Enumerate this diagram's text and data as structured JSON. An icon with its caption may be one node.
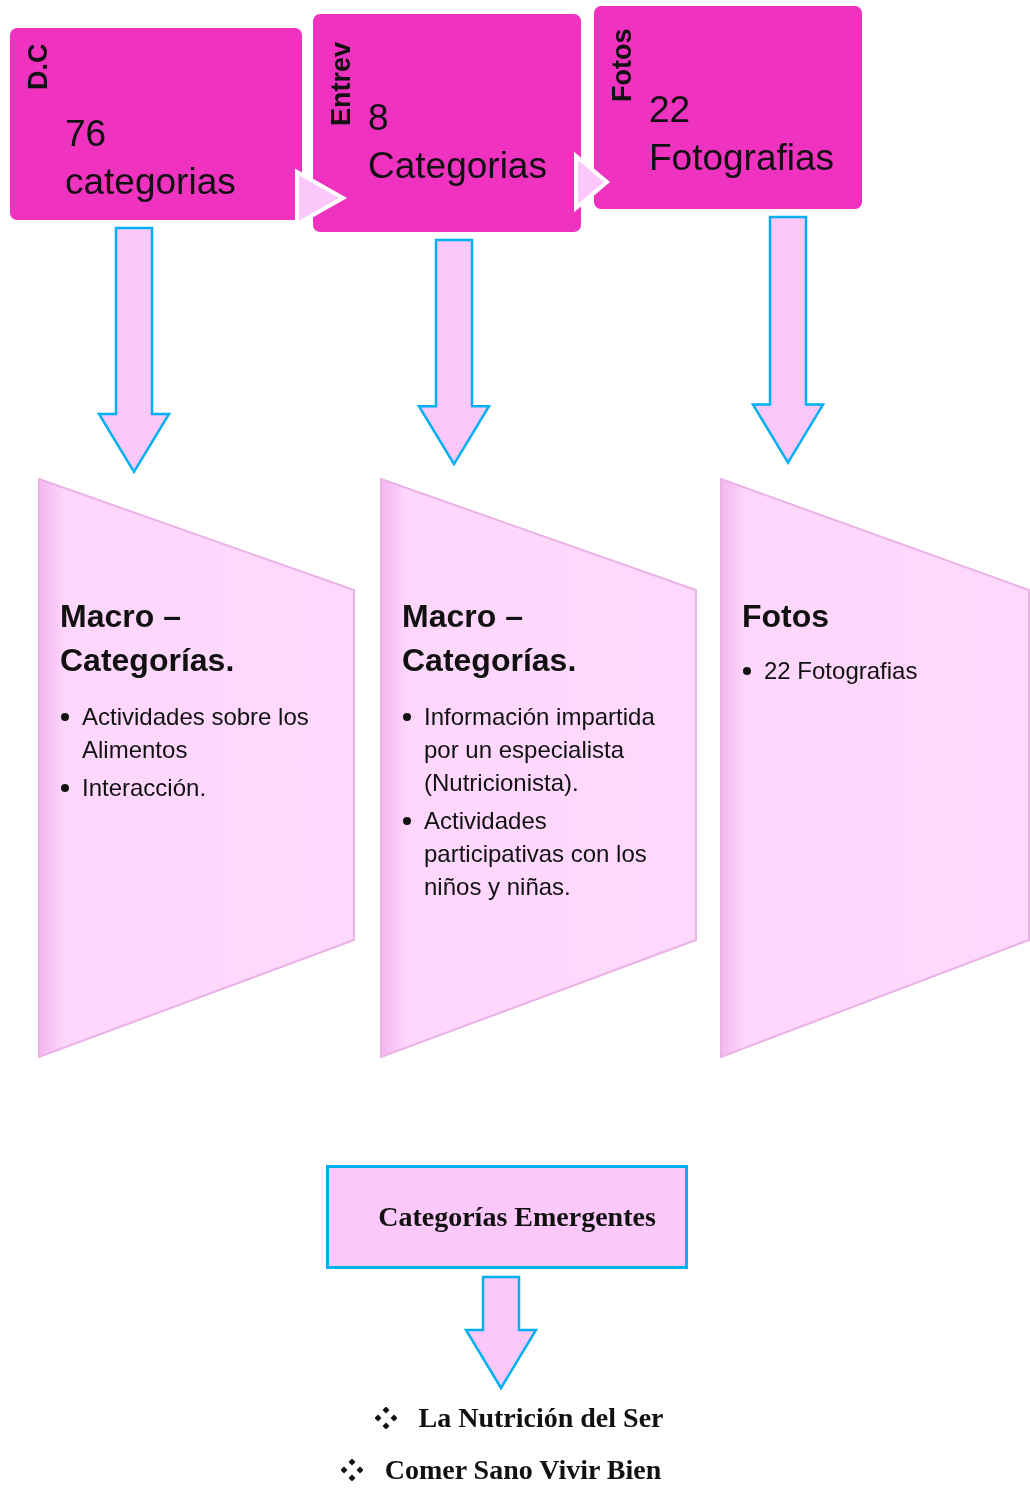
{
  "diagram": {
    "nodes": [
      {
        "text": [
          "D.C",
          "76 categorias"
        ]
      },
      {
        "text": [
          "Entrev",
          "8 Categorias"
        ]
      },
      {
        "text": [
          "Fotos",
          "22 Fotografias"
        ]
      },
      {
        "text": [
          "Macro – Categorías.",
          "Actividades sobre los Alimentos",
          "Interacción."
        ]
      },
      {
        "text": [
          "Macro – Categorías.",
          "Información impartida por un especialista (Nutricionista).",
          "Actividades participativas con los niños y niñas."
        ]
      },
      {
        "text": [
          "Fotos",
          "22 Fotografias"
        ]
      },
      {
        "text": [
          "Categorías Emergentes"
        ]
      },
      {
        "text": [
          "La Nutrición del Ser",
          "Comer Sano Vivir Bien"
        ]
      }
    ],
    "edges": [
      {
        "from": 0,
        "to": 1,
        "arrow": "to"
      },
      {
        "from": 1,
        "to": 2,
        "arrow": "to"
      },
      {
        "from": 0,
        "to": 3,
        "arrow": "to"
      },
      {
        "from": 1,
        "to": 4,
        "arrow": "to"
      },
      {
        "from": 2,
        "to": 5,
        "arrow": "to"
      },
      {
        "from": 6,
        "to": 7,
        "arrow": "to"
      }
    ]
  }
}
